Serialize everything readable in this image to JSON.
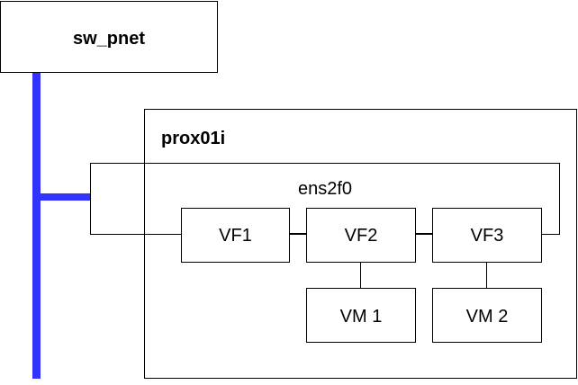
{
  "switch": {
    "label": "sw_pnet"
  },
  "host": {
    "label": "prox01i"
  },
  "nic": {
    "label": "ens2f0"
  },
  "virtual_functions": [
    {
      "label": "VF1"
    },
    {
      "label": "VF2"
    },
    {
      "label": "VF3"
    }
  ],
  "vms": [
    {
      "label": "VM 1"
    },
    {
      "label": "VM 2"
    }
  ],
  "colors": {
    "bus": "#3333ff",
    "stroke": "#000000",
    "fill": "#ffffff"
  }
}
